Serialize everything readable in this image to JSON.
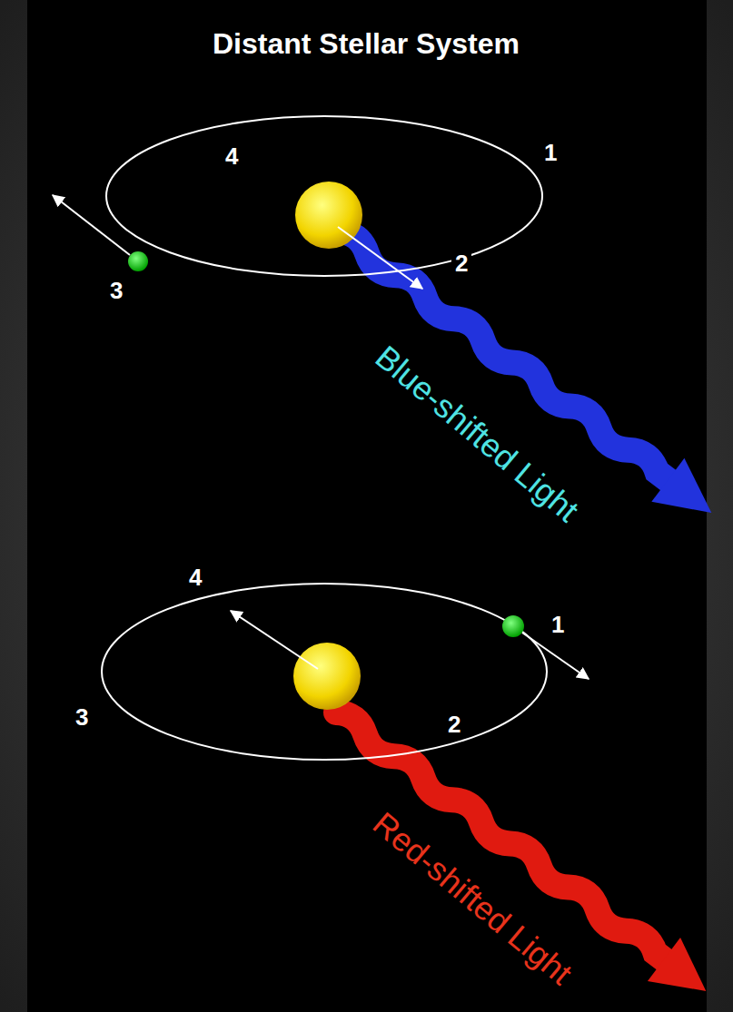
{
  "diagram": {
    "title": "Distant Stellar System",
    "labels": [
      "4",
      "1",
      "3",
      "2",
      "Blue-shifted Light",
      "4",
      "1",
      "3",
      "2",
      "Red-shifted Light"
    ]
  }
}
